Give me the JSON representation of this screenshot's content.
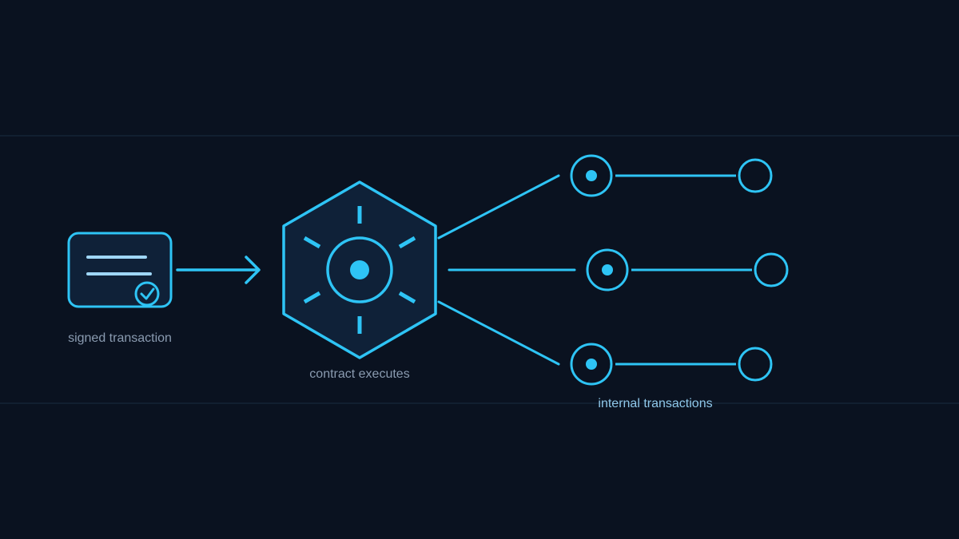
{
  "labels": {
    "signed_transaction": "signed transaction",
    "contract_executes": "contract executes",
    "internal_transactions": "internal transactions"
  },
  "colors": {
    "background": "#0a1220",
    "accent": "#2ec4f5",
    "card_fill": "#0f2138",
    "doc_lines": "#9fd6f7",
    "band_line": "#1a2c40",
    "label_muted": "#8a9bb0",
    "label_accent": "#8fc8ea"
  },
  "icons": {
    "document": "signed-document-icon",
    "check": "check-circle-icon",
    "arrow": "arrow-right-icon",
    "contract": "hexagon-gear-icon"
  }
}
